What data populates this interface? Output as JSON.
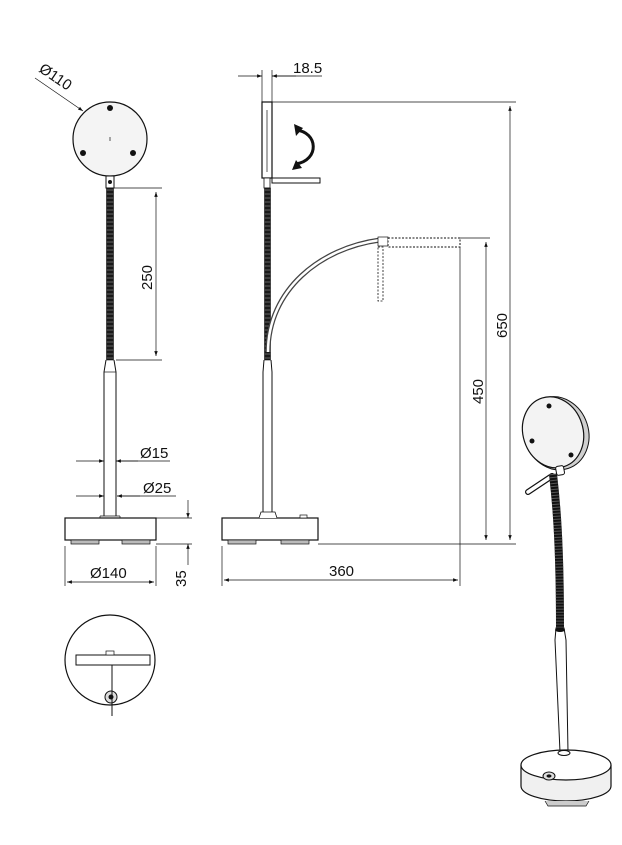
{
  "dimensions": {
    "head_diameter": "Ø110",
    "side_head_depth": "18.5",
    "gooseneck_length": "250",
    "total_height": "650",
    "arm_height": "450",
    "stem_diameter": "Ø15",
    "tube_diameter": "Ø25",
    "base_diameter": "Ø140",
    "base_height": "35",
    "reach": "360"
  },
  "colors": {
    "line": "#111111",
    "gooseneck": "#1a1a1a",
    "head_fill": "#f2f2f2"
  }
}
